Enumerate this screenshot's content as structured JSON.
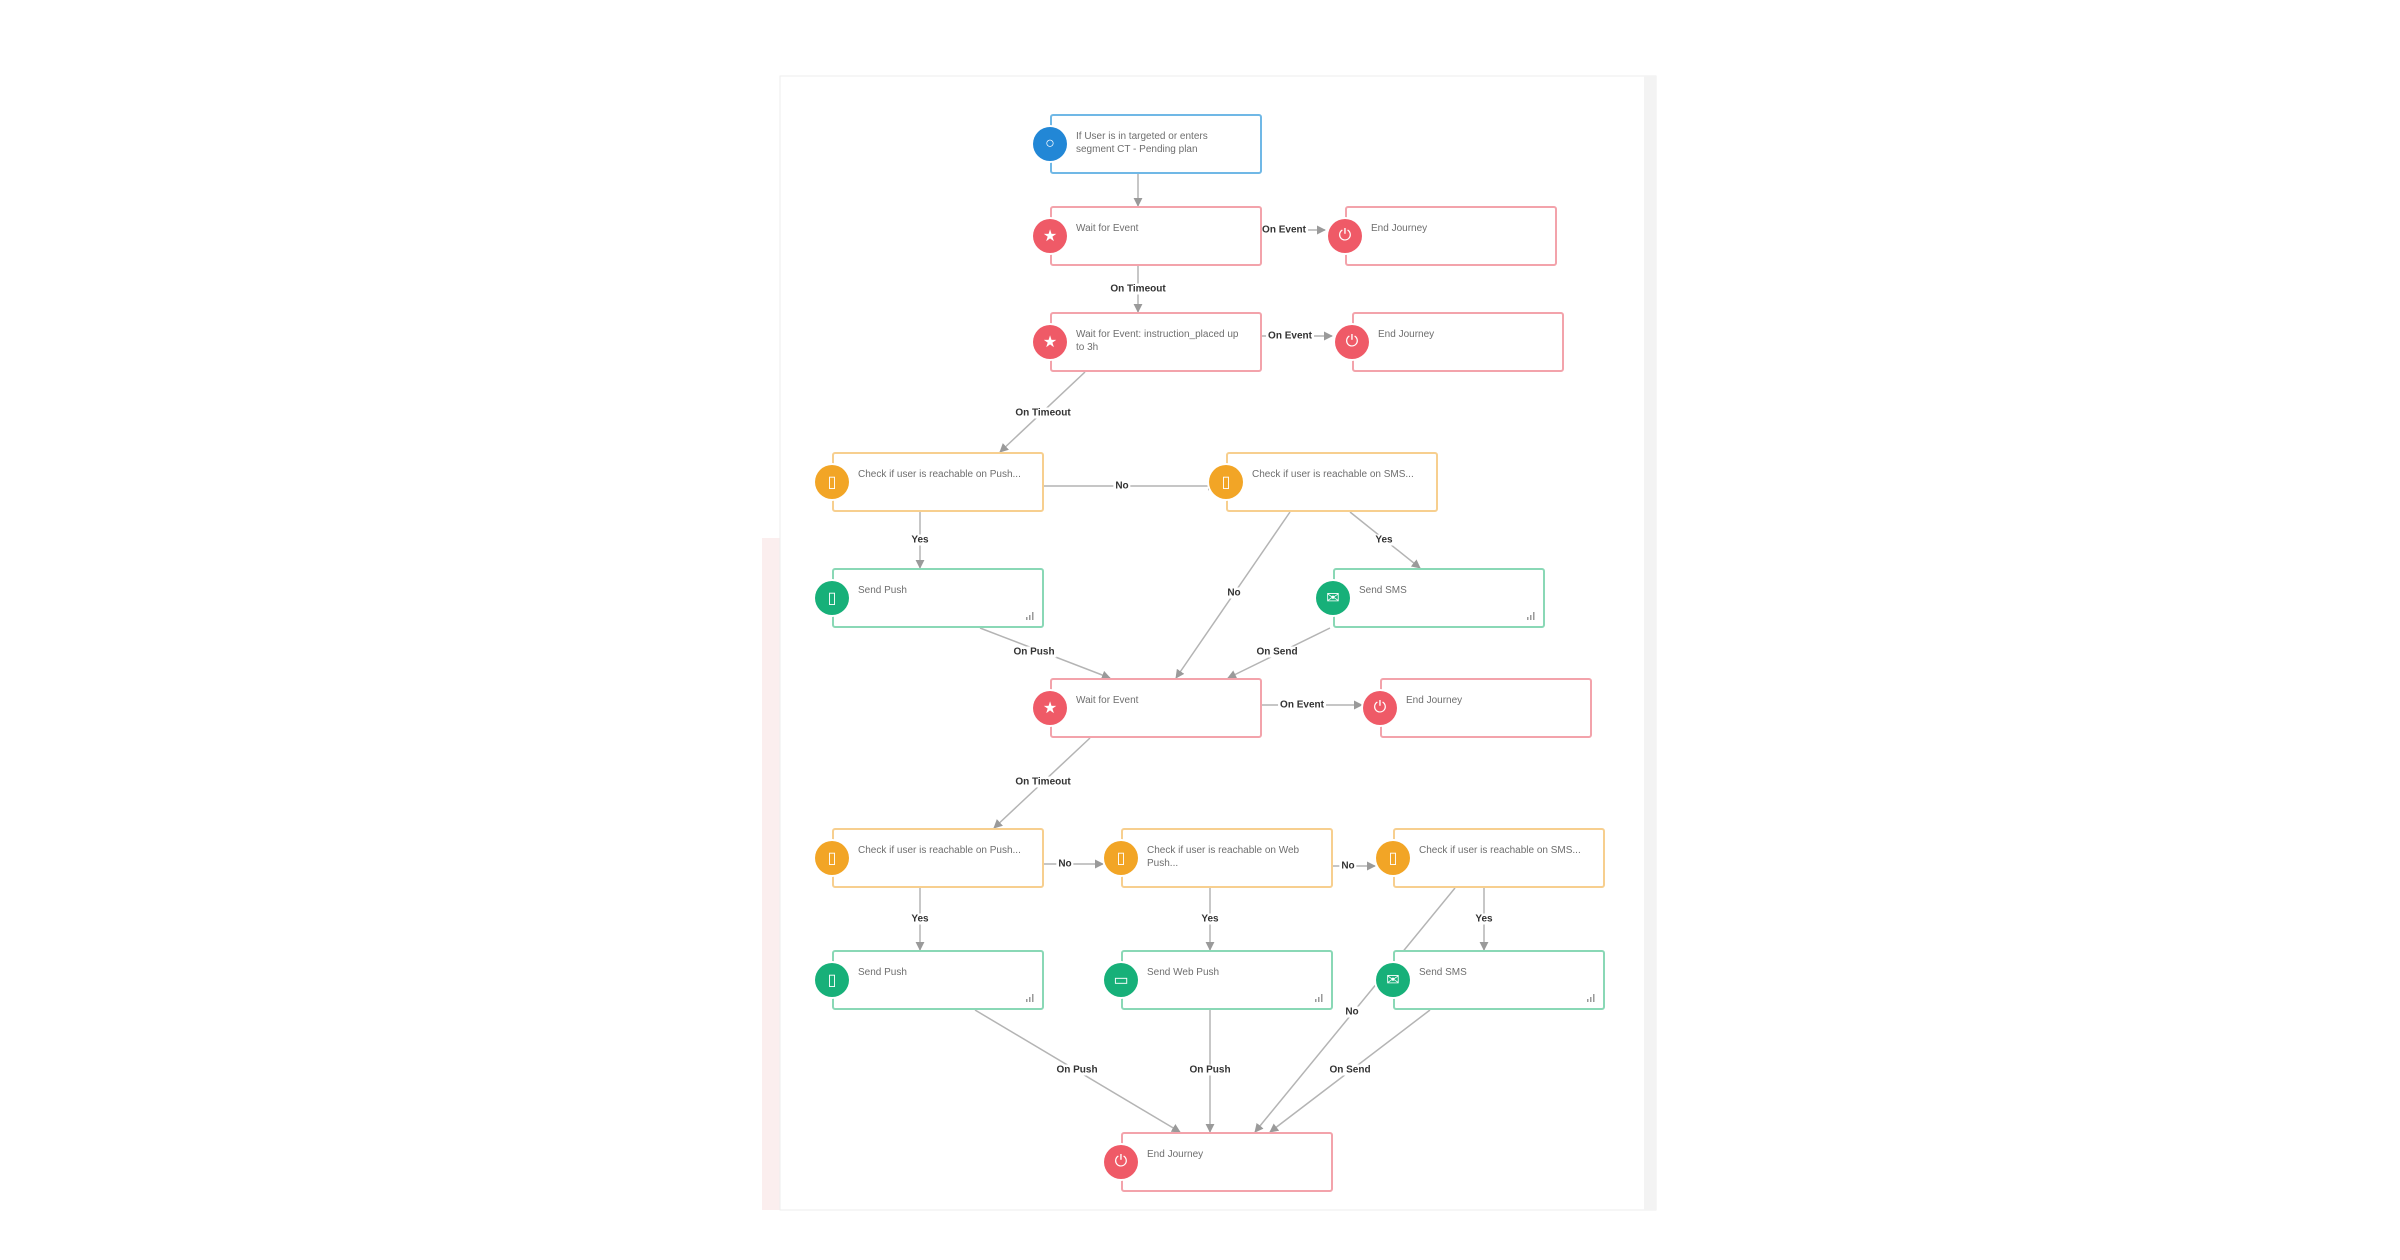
{
  "nodes": {
    "n1": {
      "label": "If User is in targeted or enters segment CT - Pending plan",
      "kind": "segment"
    },
    "n2": {
      "label": "Wait for Event",
      "kind": "wait"
    },
    "n3": {
      "label": "End Journey",
      "kind": "end"
    },
    "n4": {
      "label": "Wait for Event: instruction_placed up to 3h",
      "kind": "wait"
    },
    "n5": {
      "label": "End Journey",
      "kind": "end"
    },
    "n6": {
      "label": "Check if user is reachable on Push...",
      "kind": "check"
    },
    "n7": {
      "label": "Check if user is reachable on SMS...",
      "kind": "check"
    },
    "n8": {
      "label": "Send Push",
      "kind": "push"
    },
    "n9": {
      "label": "Send SMS",
      "kind": "sms"
    },
    "n10": {
      "label": "Wait for Event",
      "kind": "wait"
    },
    "n11": {
      "label": "End Journey",
      "kind": "end"
    },
    "n12": {
      "label": "Check if user is reachable on Push...",
      "kind": "check"
    },
    "n13": {
      "label": "Check if user is reachable on Web Push...",
      "kind": "check"
    },
    "n14": {
      "label": "Check if user is reachable on SMS...",
      "kind": "check"
    },
    "n15": {
      "label": "Send Push",
      "kind": "push"
    },
    "n16": {
      "label": "Send Web Push",
      "kind": "webpush"
    },
    "n17": {
      "label": "Send SMS",
      "kind": "sms"
    },
    "n18": {
      "label": "End Journey",
      "kind": "end"
    }
  },
  "edges": {
    "e1": {
      "label": "On Event"
    },
    "e2": {
      "label": "On Timeout"
    },
    "e3": {
      "label": "On Event"
    },
    "e4": {
      "label": "On Timeout"
    },
    "e5": {
      "label": "No"
    },
    "e6": {
      "label": "Yes"
    },
    "e7": {
      "label": "Yes"
    },
    "e8": {
      "label": "No"
    },
    "e9": {
      "label": "On Push"
    },
    "e10": {
      "label": "On Send"
    },
    "e11": {
      "label": "On Event"
    },
    "e12": {
      "label": "On Timeout"
    },
    "e13": {
      "label": "No"
    },
    "e14": {
      "label": "No"
    },
    "e15": {
      "label": "Yes"
    },
    "e16": {
      "label": "Yes"
    },
    "e17": {
      "label": "Yes"
    },
    "e18": {
      "label": "No"
    },
    "e19": {
      "label": "On Push"
    },
    "e20": {
      "label": "On Push"
    },
    "e21": {
      "label": "On Send"
    }
  },
  "icons": {
    "segment": "segment-icon",
    "wait": "star-icon",
    "end": "power-icon",
    "check": "phone-icon",
    "push": "phone-icon",
    "sms": "sms-icon",
    "webpush": "browser-icon"
  },
  "colors": {
    "segment": "#2287d6",
    "wait": "#ef5a67",
    "end": "#ef5a67",
    "check": "#f2a526",
    "send": "#17b079",
    "edge": "#b4b4b4"
  }
}
